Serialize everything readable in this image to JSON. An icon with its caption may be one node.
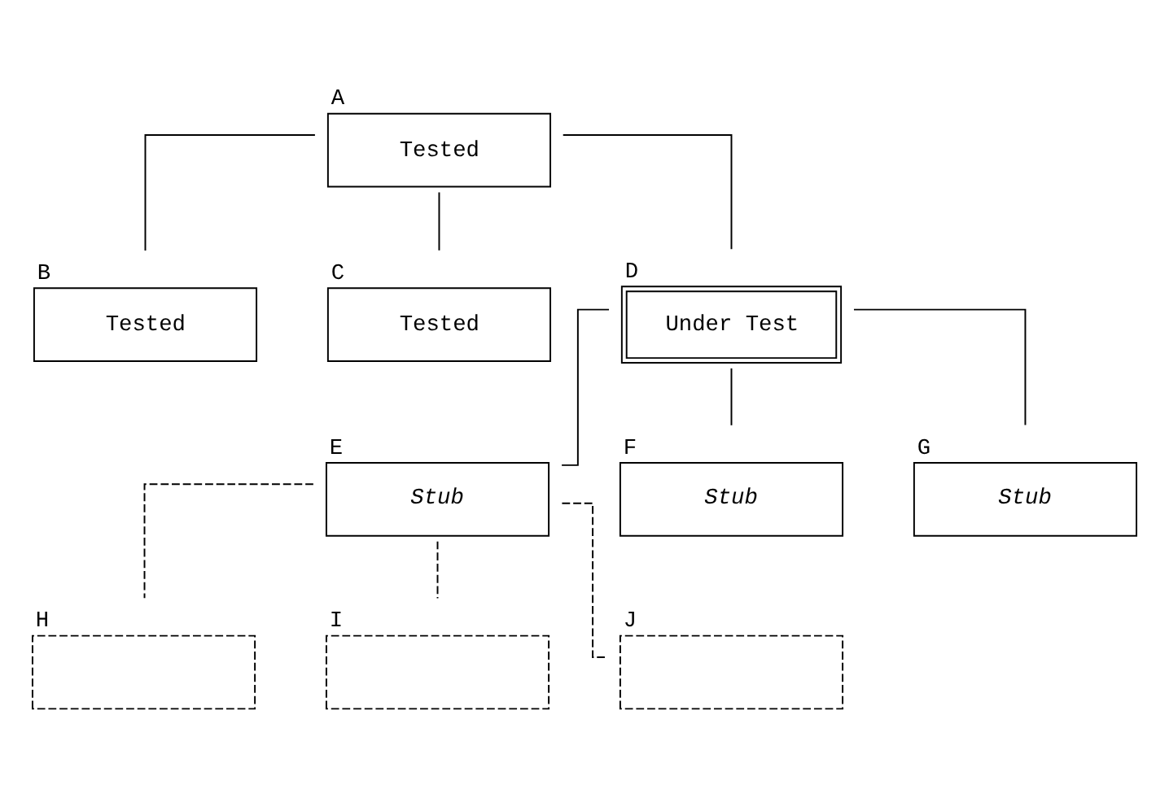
{
  "diagram": {
    "nodes": [
      {
        "text": [
          "A",
          "Tested"
        ]
      },
      {
        "text": [
          "B",
          "Tested"
        ]
      },
      {
        "text": [
          "C",
          "Tested"
        ]
      },
      {
        "text": [
          "D",
          "Under Test"
        ]
      },
      {
        "text": [
          "E",
          "Stub"
        ]
      },
      {
        "text": [
          "F",
          "Stub"
        ]
      },
      {
        "text": [
          "G",
          "Stub"
        ]
      },
      {
        "text": [
          "H"
        ]
      },
      {
        "text": [
          "I"
        ]
      },
      {
        "text": [
          "J"
        ]
      }
    ],
    "edges": [
      {
        "from": 0,
        "to": 1,
        "arrow": "none"
      },
      {
        "from": 0,
        "to": 2,
        "arrow": "none"
      },
      {
        "from": 0,
        "to": 3,
        "arrow": "none"
      },
      {
        "from": 3,
        "to": 4,
        "arrow": "none"
      },
      {
        "from": 3,
        "to": 5,
        "arrow": "none"
      },
      {
        "from": 3,
        "to": 6,
        "arrow": "none"
      },
      {
        "from": 4,
        "to": 7,
        "arrow": "none",
        "style": "dashed"
      },
      {
        "from": 4,
        "to": 8,
        "arrow": "none",
        "style": "dashed"
      },
      {
        "from": 4,
        "to": 9,
        "arrow": "none",
        "style": "dashed"
      }
    ]
  }
}
